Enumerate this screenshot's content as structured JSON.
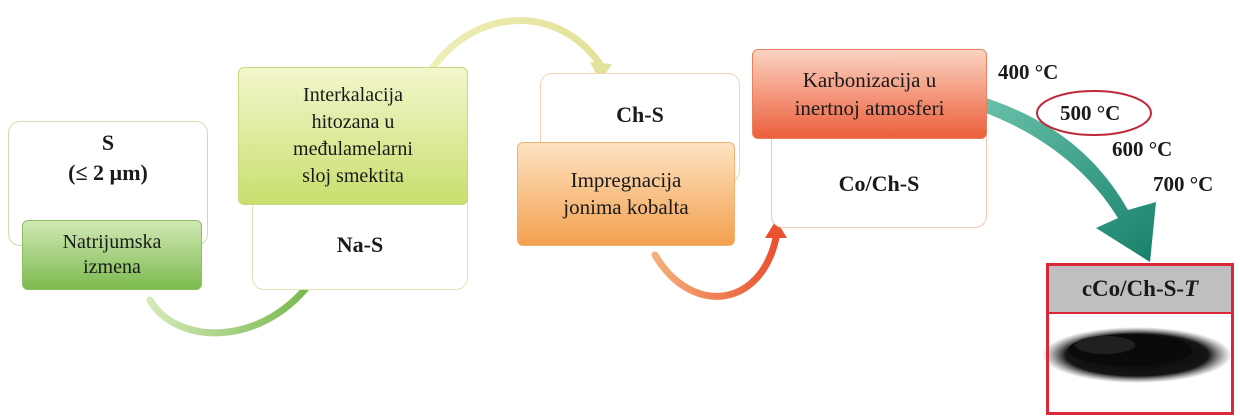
{
  "sample_s": {
    "line1": "S",
    "line2": "(≤ 2 µm)"
  },
  "step1": {
    "line1": "Natrijumska",
    "line2": "izmena"
  },
  "sample_na": "Na-S",
  "step2": {
    "line1": "Interkalacija",
    "line2": "hitozana u",
    "line3": "međulamelarni",
    "line4": "sloj smektita"
  },
  "sample_ch": "Ch-S",
  "step3": {
    "line1": "Impregnacija",
    "line2": "jonima kobalta"
  },
  "sample_co": "Co/Ch-S",
  "step4": {
    "line1": "Karbonizacija u",
    "line2": "inertnoj atmosferi"
  },
  "temperatures": [
    "400 °C",
    "500 °C",
    "600 °C",
    "700 °C"
  ],
  "product": {
    "prefix": "cCo/Ch-S-",
    "suffix": "T"
  },
  "colors": {
    "green": "#7fbf4f",
    "yellow": "#e8e69a",
    "orange": "#f2a35c",
    "red": "#ea5a38",
    "teal": "#1e8f6e",
    "circle": "#c0283a"
  }
}
